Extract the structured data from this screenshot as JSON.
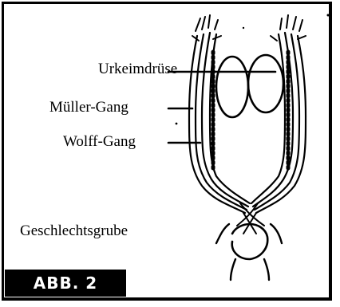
{
  "figure": {
    "labels": {
      "urkeimdruese": "Urkeimdrüse",
      "mueller_gang": "Müller-Gang",
      "wolff_gang": "Wolff-Gang",
      "geschlechtsgrube": "Geschlechtsgrube"
    },
    "badge": "ABB. 2"
  }
}
